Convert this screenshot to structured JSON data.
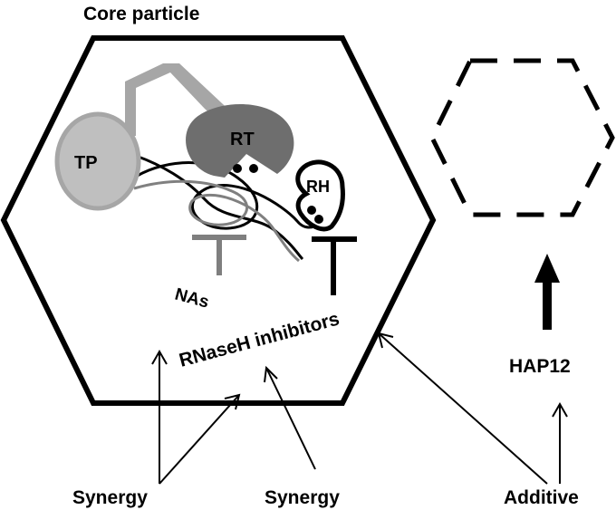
{
  "title": "Core particle",
  "components": {
    "tp": "TP",
    "rt": "RT",
    "rh": "RH"
  },
  "inhibitors": {
    "nas": "NAs",
    "rnaseh": "RNaseH inhibitors",
    "hap12": "HAP12"
  },
  "interactions": {
    "synergy_left": "Synergy",
    "synergy_middle": "Synergy",
    "additive": "Additive"
  },
  "colors": {
    "outline": "#000000",
    "tp_fill": "#bfbfbf",
    "tp_stroke": "#a6a6a6",
    "arm": "#a6a6a6",
    "rt_fill": "#6e6e6e",
    "nas_bar": "#7f7f7f",
    "strand_gray": "#808080"
  }
}
